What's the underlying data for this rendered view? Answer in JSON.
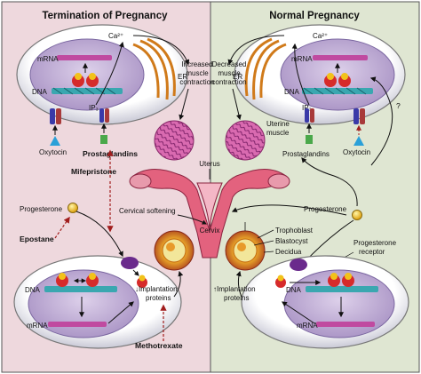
{
  "left_title": "Termination of Pregnancy",
  "right_title": "Normal Pregnancy",
  "colors": {
    "left_panel": "#eed8dd",
    "right_panel": "#dfe6d2",
    "cell_body": "#ffffff",
    "nucleus": "#c7b5d9",
    "receptor_purple": "#6a2a8c",
    "ca_orange": "#e88a2a"
  },
  "labels": {
    "ca_left": "Ca²⁺",
    "ca_right": "Ca²⁺",
    "er_left": "ER",
    "er_right": "ER",
    "mrna_tl": "mRNA",
    "dna_tl": "DNA",
    "ip3_tl": "IP₃",
    "mrna_tr": "mRNA",
    "dna_tr": "DNA",
    "ip3_tr": "IP₃",
    "oxytocin_left": "Oxytocin",
    "oxytocin_right": "Oxytocin",
    "prostaglandins_left": "Prostaglandins",
    "prostaglandins_right": "Prostaglandins",
    "increased_1": "Increased",
    "increased_2": "muscle",
    "increased_3": "contraction",
    "decreased_1": "Decreased",
    "decreased_2": "muscle",
    "decreased_3": "contraction",
    "uterine_1": "Uterine",
    "uterine_2": "muscle",
    "uterus": "Uterus",
    "mifepristone": "Mifepristone",
    "cervical_softening": "Cervical softening",
    "cervix": "Cervix",
    "progesterone_left": "Progesterone",
    "progesterone_right": "Progesterone",
    "epostane": "Epostane",
    "trophoblast": "Trophoblast",
    "blastocyst": "Blastocyst",
    "decidua": "Decidua",
    "pr_1": "Progesterone",
    "pr_2": "receptor",
    "dna_bl": "DNA",
    "mrna_bl": "mRNA",
    "dna_br": "DNA",
    "mrna_br": "mRNA",
    "impl_l1": "↓Implantation",
    "impl_l2": "proteins",
    "impl_r1": "↑Implantation",
    "impl_r2": "proteins",
    "methotrexate": "Methotrexate",
    "question": "?"
  }
}
